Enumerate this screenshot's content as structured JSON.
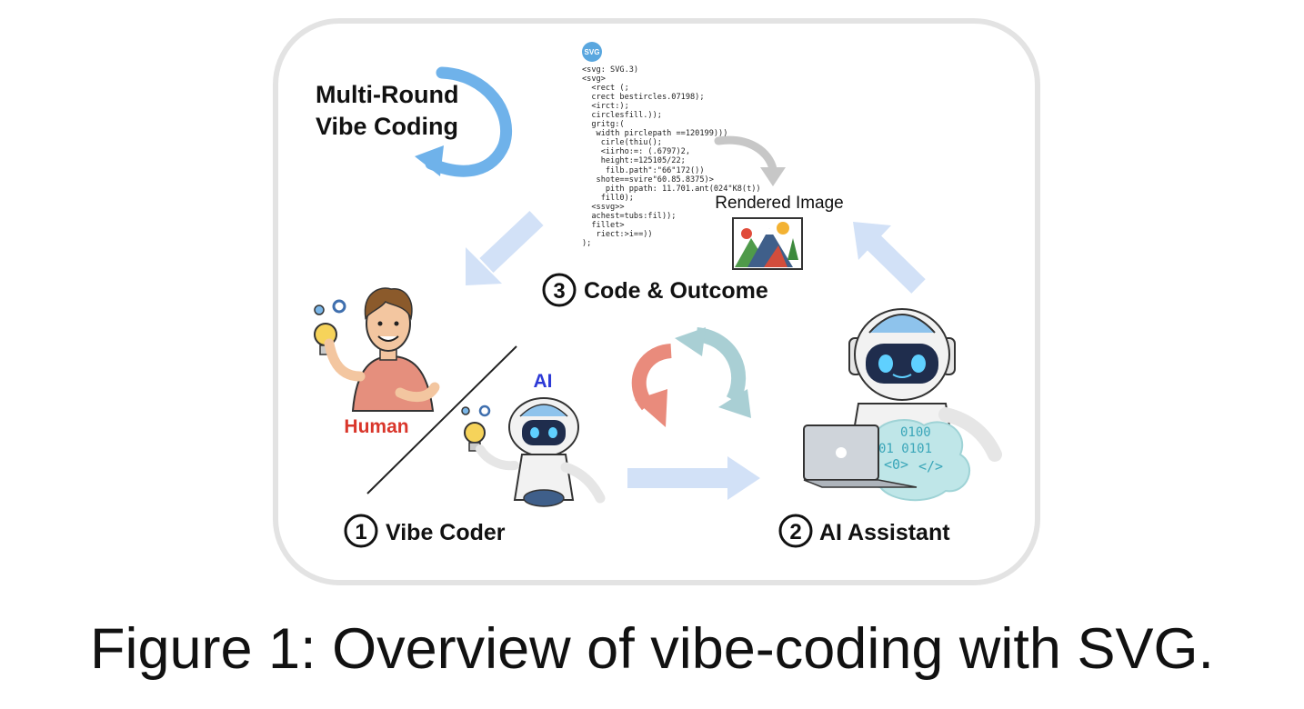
{
  "labels": {
    "multi_round_line1": "Multi-Round",
    "multi_round_line2": "Vibe Coding",
    "svg_badge": "SVG",
    "rendered_image": "Rendered Image",
    "code_outcome": "Code & Outcome",
    "human": "Human",
    "ai": "AI",
    "vibe_coder": "Vibe Coder",
    "ai_assistant": "AI Assistant",
    "num_1": "1",
    "num_2": "2",
    "num_3": "3",
    "laptop_code_line1": "0100",
    "laptop_code_line2": "01 0101",
    "laptop_code_line3": "<0>",
    "laptop_code_line4": "</>"
  },
  "code_lines": [
    "<svg: SVG.3)",
    "<svg>",
    "  <rect (;",
    "  crect bestircles.07198);",
    "  <irct:);",
    "  circlesfill.));",
    "  gritg:(",
    "   width pirclepath ==120199)))",
    "    cirle(thiu();",
    "    <iirho:=: (.6797)2,",
    "    height:=125105/22;",
    "     filb.path\":\"66\"172())",
    "   shote==svire\"60.85.8375)>",
    "     pith ppath: 11.701.ant(024\"K8(t))",
    "    fill0);",
    "  <ssvg>>",
    "  achest=tubs:fil));",
    "  fillet>",
    "   riect:>i==))",
    ");"
  ],
  "caption": "Figure 1: Overview of vibe-coding with SVG."
}
